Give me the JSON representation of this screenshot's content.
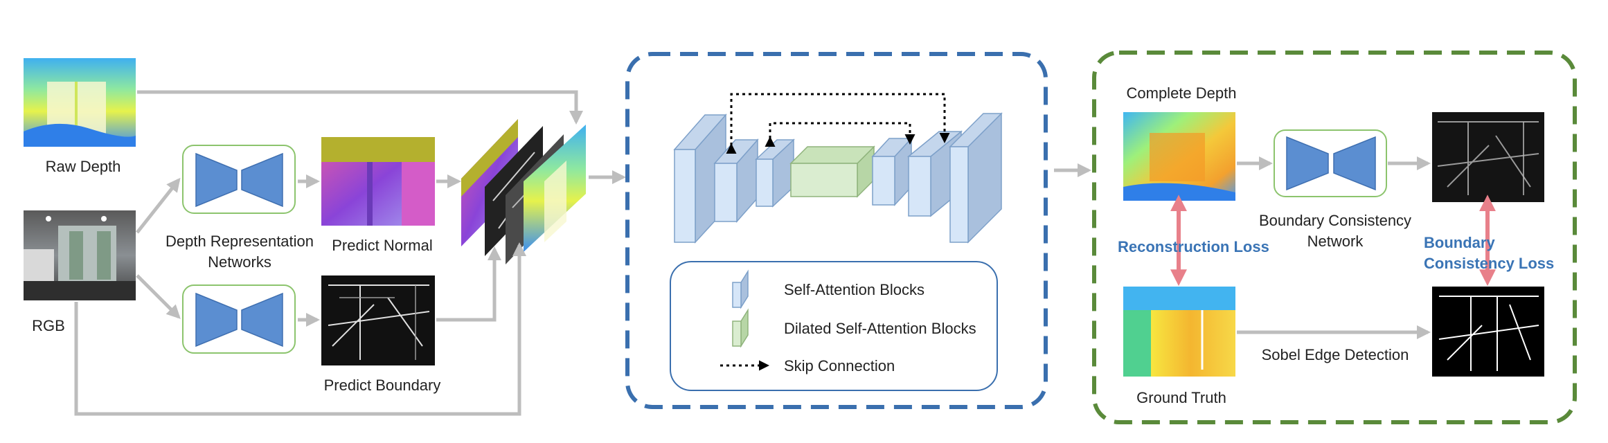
{
  "inputs": {
    "raw_depth_label": "Raw Depth",
    "rgb_label": "RGB"
  },
  "representation": {
    "networks_label_line1": "Depth Representation",
    "networks_label_line2": "Networks",
    "predict_normal_label": "Predict Normal",
    "predict_boundary_label": "Predict Boundary"
  },
  "legend": {
    "self_attention": "Self-Attention Blocks",
    "dilated_self_attention": "Dilated Self-Attention Blocks",
    "skip_connection": "Skip Connection"
  },
  "consistency": {
    "complete_depth_label": "Complete Depth",
    "ground_truth_label": "Ground Truth",
    "bcn_label_line1": "Boundary Consistency",
    "bcn_label_line2": "Network",
    "reconstruction_loss": "Reconstruction Loss",
    "boundary_loss_line1": "Boundary",
    "boundary_loss_line2": "Consistency Loss",
    "sobel_label": "Sobel Edge Detection"
  },
  "colors": {
    "arrow_gray": "#bdbdbd",
    "unet_frame": "#3a6fae",
    "consistency_frame": "#5a8a3a",
    "loss_arrow": "#e8808a",
    "loss_text": "#3a74b5",
    "encoder_blue": "#5b8ed1"
  },
  "icons": {
    "encoder_decoder": "bowtie-network-icon",
    "self_attention_block": "blue-block-icon",
    "dilated_block": "green-block-icon",
    "skip_arrow": "dotted-arrow-icon"
  }
}
